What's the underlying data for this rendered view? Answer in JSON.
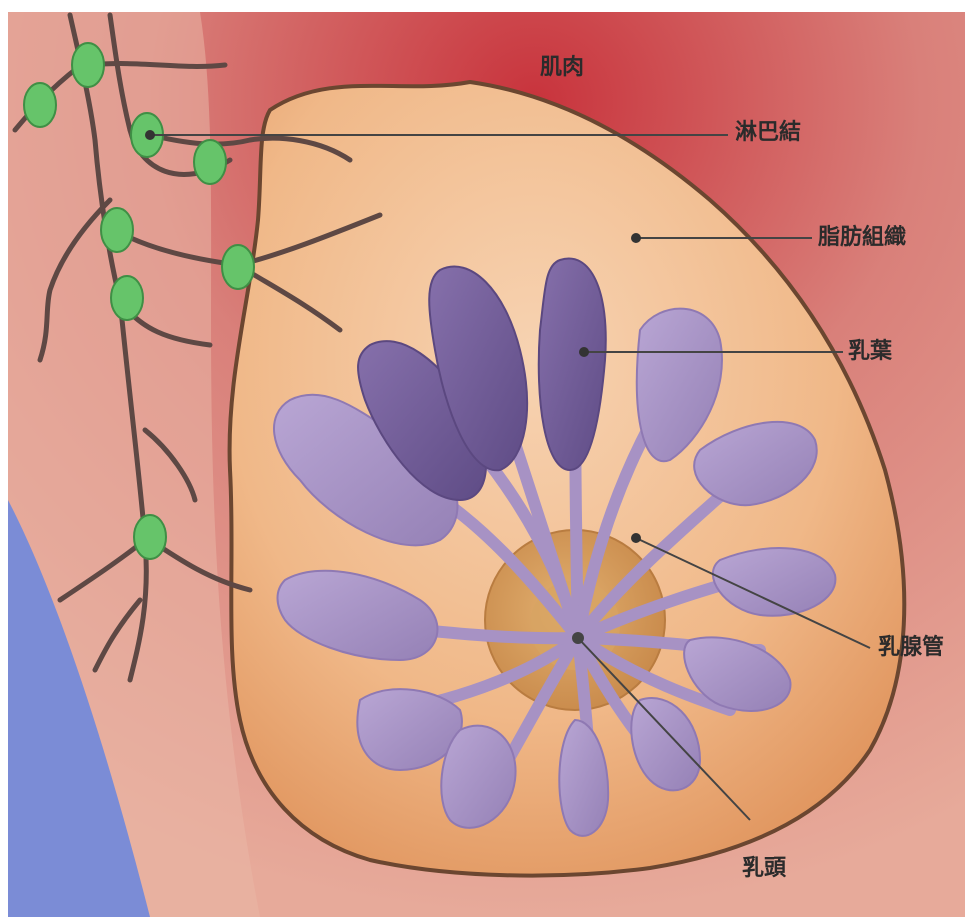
{
  "labels": {
    "muscle": "肌肉",
    "lymph_node": "淋巴結",
    "fat_tissue": "脂肪組織",
    "lobule": "乳葉",
    "milk_duct": "乳腺管",
    "nipple": "乳頭"
  },
  "colors": {
    "muscle": "#c8605c",
    "breast_tissue": "#f0b888",
    "breast_outline": "#6b4630",
    "lobule": "#a48ec0",
    "lobule_dark": "#6d5a92",
    "areola": "#d49a58",
    "lymph_node": "#66c46a",
    "lymph_vessel": "#5e4844",
    "chest_wall": "#7b8cd6",
    "leader_line": "#444444"
  }
}
